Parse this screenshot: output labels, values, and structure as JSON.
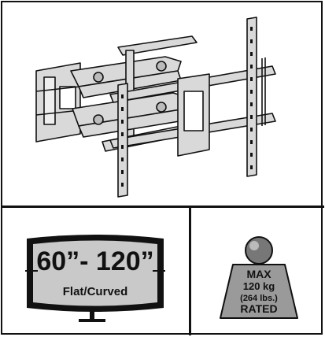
{
  "screen_size": {
    "range": "60”- 120”",
    "type": "Flat/Curved"
  },
  "weight_rating": {
    "line1": "MAX",
    "line2": "120 kg",
    "line3": "(264 lbs.)",
    "line4": "RATED"
  },
  "colors": {
    "border": "#111111",
    "screen_fill": "#c9c9c9",
    "weight_fill": "#9a9a9a",
    "mount_metal": "#d9d9d9"
  },
  "icons": [
    "tv-wall-mount-illustration",
    "tv-screen-icon",
    "weight-icon"
  ]
}
